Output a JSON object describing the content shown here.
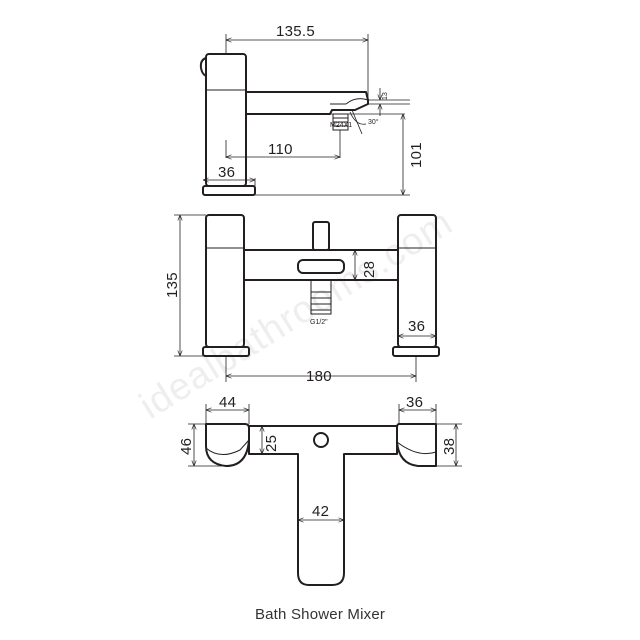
{
  "watermark": "idealbathrooms.com",
  "caption": "Bath Shower Mixer",
  "side_view": {
    "dim_overall_depth": "135.5",
    "dim_spout_reach": "110",
    "dim_base": "36",
    "dim_height": "101",
    "dim_outlet": "13",
    "label_thread": "M24X1",
    "label_angle": "30°"
  },
  "front_view": {
    "dim_height": "135",
    "dim_centres": "180",
    "dim_body_height": "28",
    "dim_handle": "36",
    "label_connection": "G1/2\""
  },
  "plan_view": {
    "dim_left_width": "44",
    "dim_right_width": "36",
    "dim_left_depth": "46",
    "dim_inner_depth": "25",
    "dim_right_depth": "38",
    "dim_spout_width": "42"
  }
}
